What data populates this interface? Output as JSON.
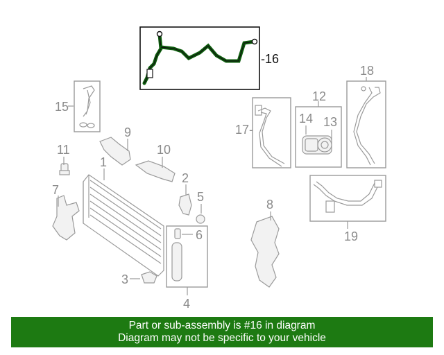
{
  "diagram": {
    "callouts": {
      "c1": "1",
      "c2": "2",
      "c3": "3",
      "c4": "4",
      "c5": "5",
      "c6": "6",
      "c7": "7",
      "c8": "8",
      "c9": "9",
      "c10": "10",
      "c11": "11",
      "c12": "12",
      "c13": "13",
      "c14": "14",
      "c15": "15",
      "c16": "-16",
      "c17": "17-",
      "c18": "18",
      "c19": "19"
    },
    "highlighted_part": "16",
    "highlight_color": "#0c5c0c"
  },
  "banner": {
    "line1": "Part or sub-assembly is #16 in diagram",
    "line2": "Diagram may not be specific to your vehicle",
    "background": "#1d7a12",
    "text_color": "#ffffff"
  }
}
